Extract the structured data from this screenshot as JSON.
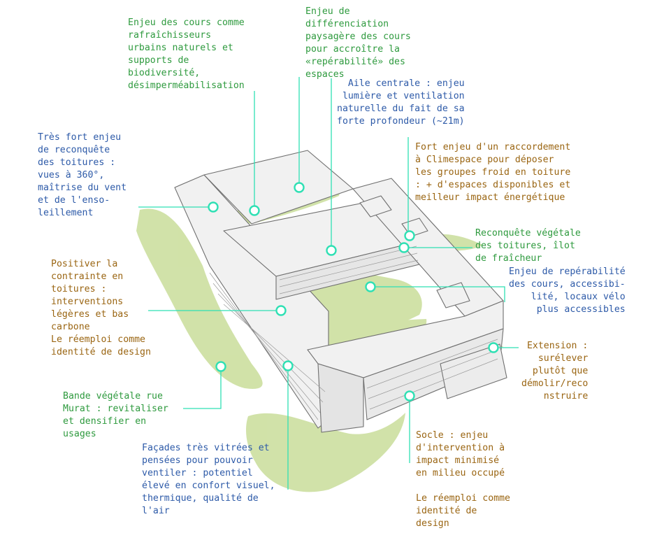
{
  "colors": {
    "green_text": "#2e9a3e",
    "blue_text": "#2d5aa8",
    "brown_text": "#9a6512",
    "leader_line": "#2fe0b4",
    "vegetation": "#c9dd9a"
  },
  "annotations": [
    {
      "id": "cours",
      "color": "green",
      "text": "Enjeu des cours comme\nrafraîchisseurs\nurbains naturels et\nsupports de\nbiodiversité,\ndésimperméabilisation"
    },
    {
      "id": "differenciation",
      "color": "green",
      "text": "Enjeu de\ndifférenciation\npaysagère des cours\npour accroître la\n«repérabilité» des\nespaces"
    },
    {
      "id": "aile",
      "color": "blue",
      "text": "Aile centrale : enjeu\nlumière et ventilation\nnaturelle du fait de sa\nforte profondeur (~21m)"
    },
    {
      "id": "toitures",
      "color": "blue",
      "text": "Très fort enjeu\nde reconquête\ndes toitures :\nvues à 360°,\nmaîtrise du vent\net de l'enso-\nleillement"
    },
    {
      "id": "climespace",
      "color": "brown",
      "text": "Fort enjeu d'un raccordement\nà Climespace pour déposer\nles groupes froid en toiture\n: + d'espaces disponibles et\nmeilleur impact énergétique"
    },
    {
      "id": "vegetale",
      "color": "green",
      "text": "Reconquête végétale\ndes toitures, îlot\nde fraîcheur"
    },
    {
      "id": "reperabilite",
      "color": "blue",
      "text": "Enjeu de repérabilité\ndes cours, accessibi-\nlité, locaux vélo\nplus accessibles"
    },
    {
      "id": "positiver",
      "color": "brown",
      "text": "Positiver la\ncontrainte en\ntoitures :\ninterventions\nlégères et bas\ncarbone\nLe réemploi comme\nidentité de design"
    },
    {
      "id": "extension",
      "color": "brown",
      "text": "Extension :\nsurélever\nplutôt que\ndémolir/reco\nnstruire"
    },
    {
      "id": "murat",
      "color": "green",
      "text": "Bande végétale rue\nMurat : revitaliser\net densifier en\nusages"
    },
    {
      "id": "facades",
      "color": "blue",
      "text": "Façades très vitrées et\npensées pour pouvoir\nventiler : potentiel\nélevé en confort visuel,\nthermique, qualité de\nl'air"
    },
    {
      "id": "socle",
      "color": "brown",
      "text": "Socle : enjeu\nd'intervention à\nimpact minimisé\nen milieu occupé"
    },
    {
      "id": "reemploi",
      "color": "brown",
      "text": "Le réemploi comme\nidentité de\ndesign"
    }
  ]
}
